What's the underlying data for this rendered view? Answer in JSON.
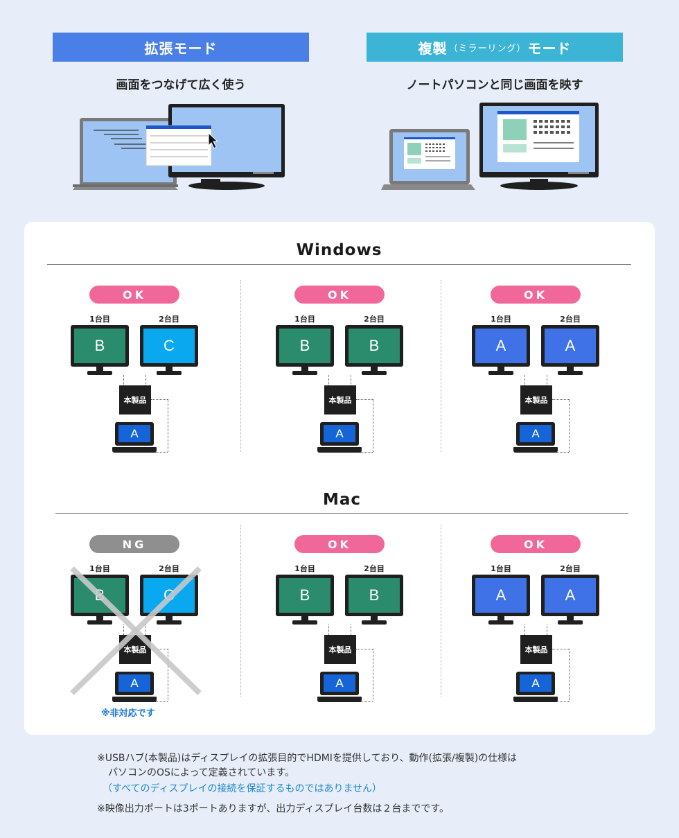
{
  "modes": {
    "extended": {
      "label": "拡張モード",
      "desc": "画面をつなげて広く使う",
      "color": "#4a7fe8"
    },
    "mirror": {
      "label_main": "複製",
      "label_paren": "（ミラーリング）",
      "label_tail": "モード",
      "desc": "ノートパソコンと同じ画面を映す",
      "color": "#3bb4d6"
    }
  },
  "labels": {
    "monitor1": "1台目",
    "monitor2": "2台目",
    "hub": "本製品",
    "laptop": "A"
  },
  "colors": {
    "ok_badge": "#f2679a",
    "ng_badge": "#8f8f8f",
    "screen_green": "#2a8c6c",
    "screen_cyan": "#0aa8ee",
    "screen_blue": "#3e72e6",
    "laptop_screen": "#1565d8"
  },
  "sections": [
    {
      "os": "Windows",
      "cases": [
        {
          "status": "OK",
          "screens": [
            "B",
            "C"
          ],
          "screen_colors": [
            "green",
            "cyan"
          ],
          "crossed": false,
          "note": ""
        },
        {
          "status": "OK",
          "screens": [
            "B",
            "B"
          ],
          "screen_colors": [
            "green",
            "green"
          ],
          "crossed": false,
          "note": ""
        },
        {
          "status": "OK",
          "screens": [
            "A",
            "A"
          ],
          "screen_colors": [
            "blue",
            "blue"
          ],
          "crossed": false,
          "note": ""
        }
      ]
    },
    {
      "os": "Mac",
      "cases": [
        {
          "status": "NG",
          "screens": [
            "B",
            "C"
          ],
          "screen_colors": [
            "green",
            "cyan"
          ],
          "crossed": true,
          "note": "※非対応です"
        },
        {
          "status": "OK",
          "screens": [
            "B",
            "B"
          ],
          "screen_colors": [
            "green",
            "green"
          ],
          "crossed": false,
          "note": ""
        },
        {
          "status": "OK",
          "screens": [
            "A",
            "A"
          ],
          "screen_colors": [
            "blue",
            "blue"
          ],
          "crossed": false,
          "note": ""
        }
      ]
    }
  ],
  "footnotes": {
    "note1_line1": "※USBハブ(本製品)はディスプレイの拡張目的でHDMIを提供しており、動作(拡張/複製)の仕様は",
    "note1_line2": "パソコンのOSによって定義されています。",
    "note1_sub": "（すべてのディスプレイの接続を保証するものではありません）",
    "note2": "※映像出力ポートは3ポートありますが、出力ディスプレイ台数は２台までです。"
  }
}
